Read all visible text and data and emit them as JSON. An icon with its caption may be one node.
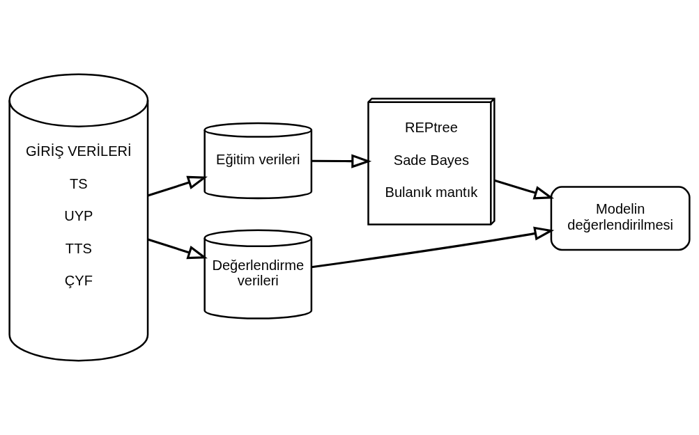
{
  "diagram": {
    "nodes": [
      {
        "text": [
          "GİRİŞ VERİLERİ",
          "TS",
          "UYP",
          "TTS",
          "ÇYF"
        ]
      },
      {
        "text": [
          "Eğitim verileri"
        ]
      },
      {
        "text": [
          "Değerlendirme verileri"
        ]
      },
      {
        "text": [
          "REPtree",
          "Sade Bayes",
          "Bulanık mantık"
        ]
      },
      {
        "text": [
          "Modelin değerlendirilmesi"
        ]
      }
    ],
    "edges": [
      {
        "from": 0,
        "to": 1,
        "arrow": "to"
      },
      {
        "from": 0,
        "to": 2,
        "arrow": "to"
      },
      {
        "from": 1,
        "to": 3,
        "arrow": "to"
      },
      {
        "from": 3,
        "to": 4,
        "arrow": "to"
      },
      {
        "from": 2,
        "to": 4,
        "arrow": "to"
      }
    ]
  }
}
